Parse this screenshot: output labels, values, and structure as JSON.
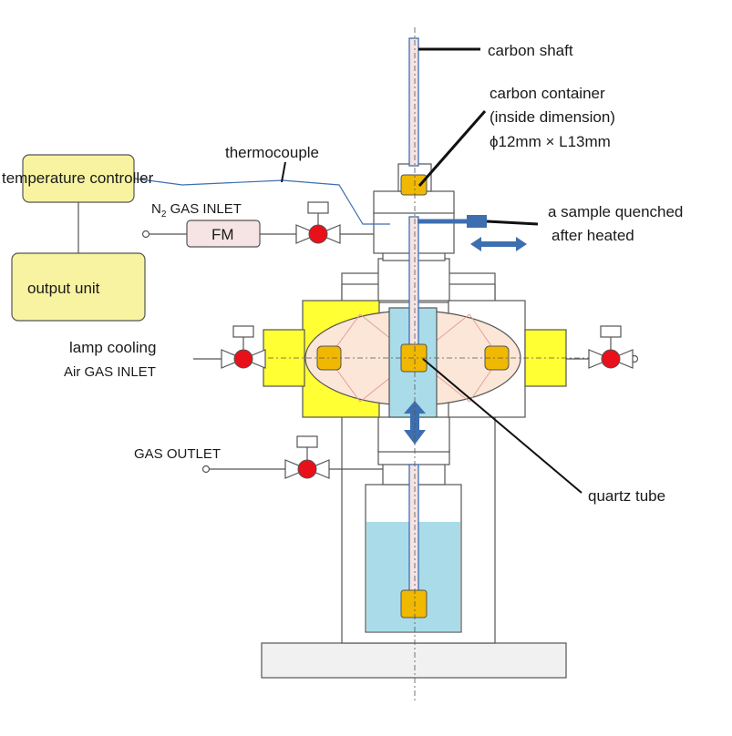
{
  "labels": {
    "carbon_shaft": "carbon shaft",
    "carbon_container_line1": "carbon container",
    "carbon_container_line2": "(inside dimension)",
    "carbon_container_line3": "ϕ12mm × L13mm",
    "thermocouple": "thermocouple",
    "temperature_controller": "temperature controller",
    "n2_inlet_n": "N",
    "n2_inlet_sub": "2",
    "n2_inlet_rest": " GAS INLET",
    "fm": "FM",
    "output_unit": "output unit",
    "sample_line1": "a sample quenched",
    "sample_line2": "after heated",
    "lamp_cooling": "lamp cooling",
    "air_gas_inlet": "Air GAS INLET",
    "gas_outlet": "GAS OUTLET",
    "quartz_tube": "quartz tube"
  },
  "colors": {
    "controller_fill": "#f7f3a0",
    "furnace_yellow": "#ffff33",
    "reflector_fill": "#fbe6d8",
    "quartz_fill": "#a9dce8",
    "sample_fill": "#f0b800",
    "valve_red": "#e8101a",
    "arrow_blue": "#3d6fb0",
    "fm_fill": "#f6e4e4",
    "water_fill": "#a9dce8"
  }
}
